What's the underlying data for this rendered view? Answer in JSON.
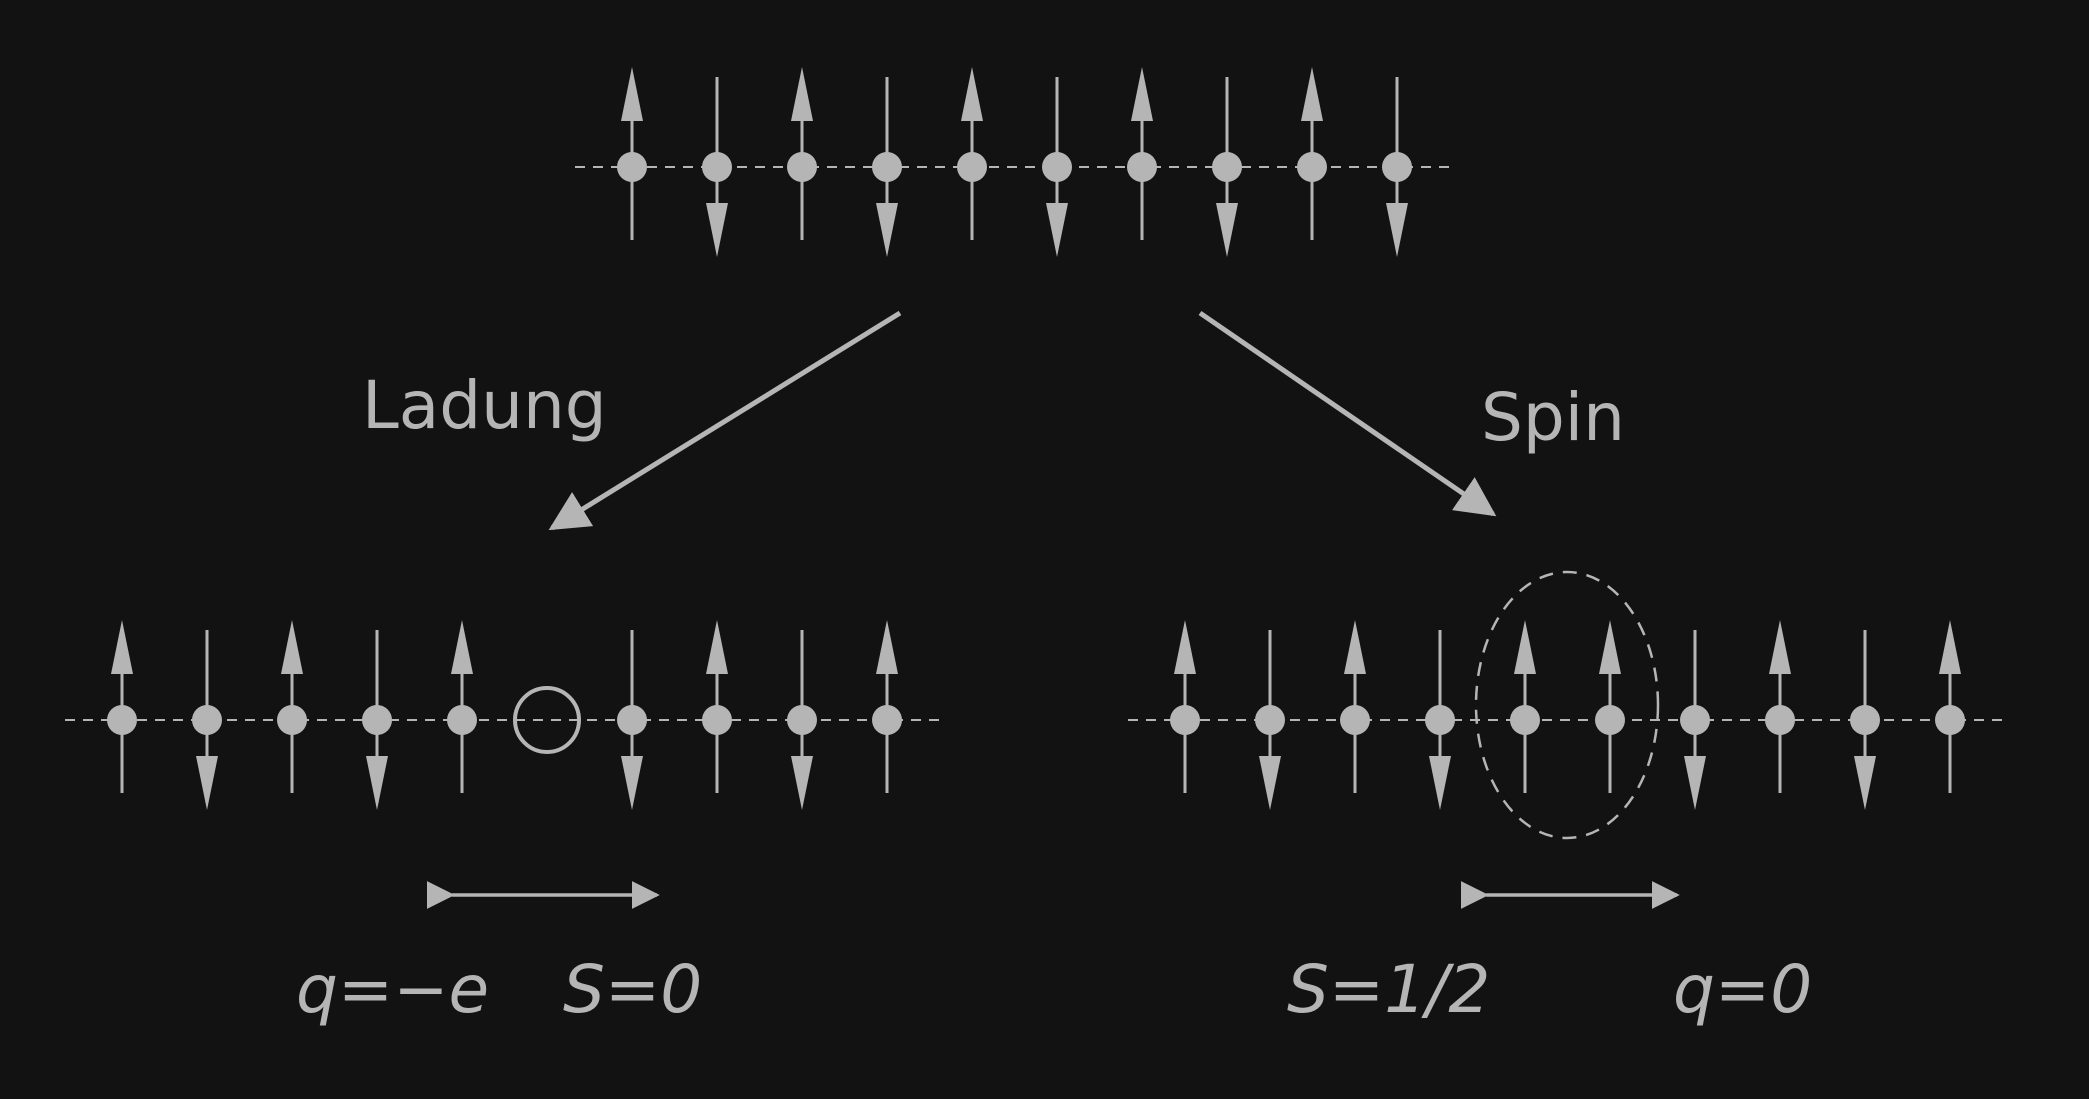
{
  "colors": {
    "background": "#121212",
    "foreground": "#b5b5b5"
  },
  "chains": {
    "top": [
      "up",
      "down",
      "up",
      "down",
      "up",
      "down",
      "up",
      "down",
      "up",
      "down"
    ],
    "charge": [
      "up",
      "down",
      "up",
      "down",
      "up",
      "hole",
      "down",
      "up",
      "down",
      "up"
    ],
    "spin": [
      "up",
      "down",
      "up",
      "down",
      "up",
      "up",
      "down",
      "up",
      "down",
      "up"
    ]
  },
  "labels": {
    "charge_branch": "Ladung",
    "spin_branch": "Spin",
    "charge_quantum": "q=−e",
    "charge_spin": "S=0",
    "spin_spin": "S=1/2",
    "spin_charge": "q=0"
  }
}
